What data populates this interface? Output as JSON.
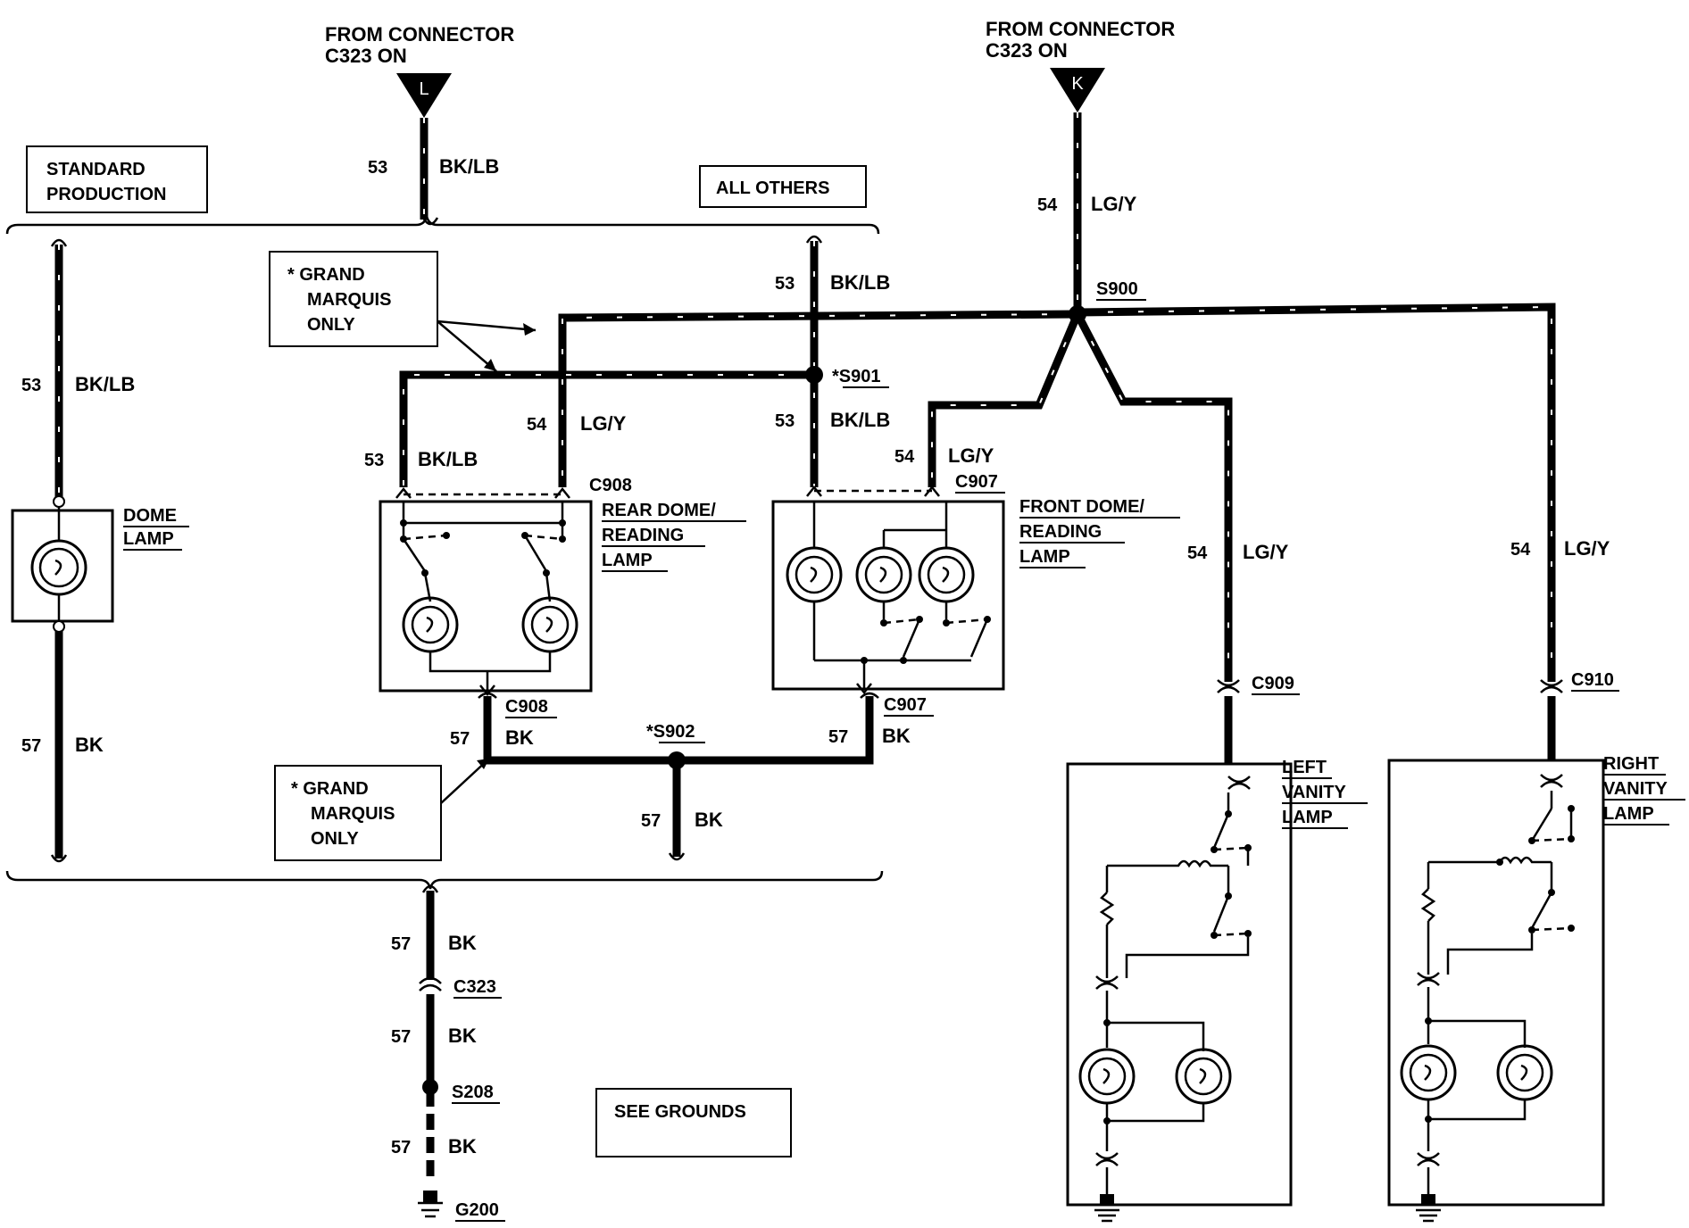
{
  "connectors_top": {
    "left": {
      "line1": "FROM CONNECTOR",
      "line2": "C323 ON",
      "pin": "L"
    },
    "right": {
      "line1": "FROM CONNECTOR",
      "line2": "C323 ON",
      "pin": "K"
    }
  },
  "option_labels": {
    "standard": [
      "STANDARD",
      "PRODUCTION"
    ],
    "all_others": "ALL OTHERS",
    "grand_marquis_1": [
      "* GRAND",
      "MARQUIS",
      "ONLY"
    ],
    "grand_marquis_2": [
      "* GRAND",
      "MARQUIS",
      "ONLY"
    ],
    "see_grounds": "SEE GROUNDS"
  },
  "circuits": {
    "c53": "53",
    "c54": "54",
    "c57": "57",
    "bk_lb": "BK/LB",
    "lg_y": "LG/Y",
    "bk": "BK"
  },
  "splices": {
    "s900": "S900",
    "s901": "*S901",
    "s902": "*S902",
    "s208": "S208",
    "g200": "G200"
  },
  "connectors": {
    "c908": "C908",
    "c907": "C907",
    "c909": "C909",
    "c910": "C910",
    "c323": "C323"
  },
  "components": {
    "dome_lamp": [
      "DOME",
      "LAMP"
    ],
    "rear_dome": [
      "REAR DOME/",
      "READING",
      "LAMP"
    ],
    "front_dome": [
      "FRONT DOME/",
      "READING",
      "LAMP"
    ],
    "left_vanity": [
      "LEFT",
      "VANITY",
      "LAMP"
    ],
    "right_vanity": [
      "RIGHT",
      "VANITY",
      "LAMP"
    ]
  }
}
